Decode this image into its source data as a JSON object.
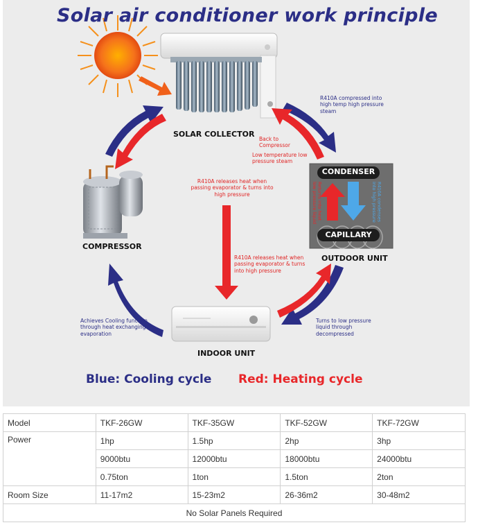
{
  "diagram": {
    "title": "Solar air conditioner work principle",
    "components": {
      "solar_collector": "SOLAR COLLECTOR",
      "compressor": "COMPRESSOR",
      "outdoor_unit": "OUTDOOR UNIT",
      "indoor_unit": "INDOOR UNIT",
      "condenser": "CONDENSER",
      "capillary": "CAPILLARY"
    },
    "annotations": {
      "compressed": "R410A compressed into high temp high pressure steam",
      "back_to_compressor": "Back to Compressor",
      "low_temp": "Low temperature low pressure steam",
      "releases_heat_1": "R410A releases heat when passing evaporator & turns into high pressure",
      "releases_heat_2": "R410A releases heat when passing evaporator & turns into high pressure",
      "cooling_function": "Achieves Cooling function through heat exchanging evaporation",
      "low_pressure": "Turns to low pressure liquid through decompressed",
      "condenser_left": "Returns into heat low pressure liquid",
      "condenser_right": "R410A condenses into high pressure"
    },
    "legend": {
      "blue": "Blue: Cooling cycle",
      "red": "Red: Heating cycle"
    },
    "colors": {
      "blue_arrow": "#2b2e86",
      "red_arrow": "#e8272a",
      "background": "#ececec",
      "outdoor_unit": "#6e6e6e",
      "sun": "#f0601a"
    }
  },
  "specs": {
    "rows": [
      [
        "Model",
        "TKF-26GW",
        "TKF-35GW",
        "TKF-52GW",
        "TKF-72GW"
      ],
      [
        "Power",
        "1hp",
        "1.5hp",
        "2hp",
        "3hp"
      ],
      [
        "",
        "9000btu",
        "12000btu",
        "18000btu",
        "24000btu"
      ],
      [
        "",
        "0.75ton",
        "1ton",
        "1.5ton",
        "2ton"
      ],
      [
        "Room Size",
        "11-17m2",
        "15-23m2",
        "26-36m2",
        "30-48m2"
      ]
    ],
    "footer": "No Solar Panels Required"
  }
}
